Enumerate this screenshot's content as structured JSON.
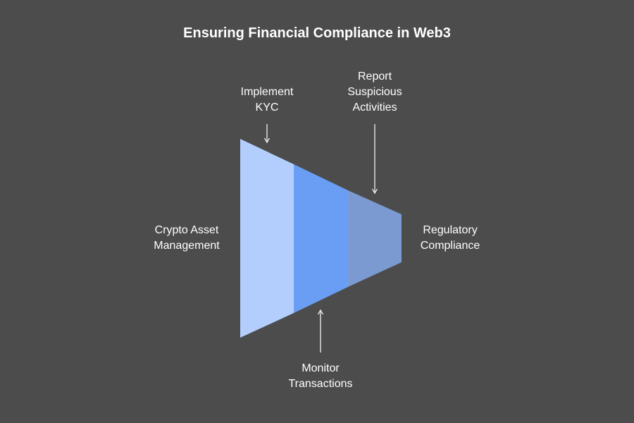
{
  "title": "Ensuring Financial Compliance in Web3",
  "stages": [
    {
      "name": "Crypto Asset Management",
      "lines": [
        "Crypto Asset",
        "Management"
      ],
      "color": "#b3cefd"
    },
    {
      "name": "Monitor Transactions",
      "lines": [
        "Monitor",
        "Transactions"
      ],
      "color": "#6a9ef5"
    },
    {
      "name": "Regulatory Compliance",
      "lines": [
        "Regulatory",
        "Compliance"
      ],
      "color": "#7b9ad1"
    }
  ],
  "annotations": {
    "implement_kyc": {
      "lines": [
        "Implement",
        "KYC"
      ]
    },
    "report_suspicious": {
      "lines": [
        "Report",
        "Suspicious",
        "Activities"
      ]
    },
    "monitor_transactions": {
      "lines": [
        "Monitor",
        "Transactions"
      ]
    }
  },
  "colors": {
    "background": "#4c4c4c",
    "arrow": "#ffffff",
    "text": "#ffffff"
  }
}
